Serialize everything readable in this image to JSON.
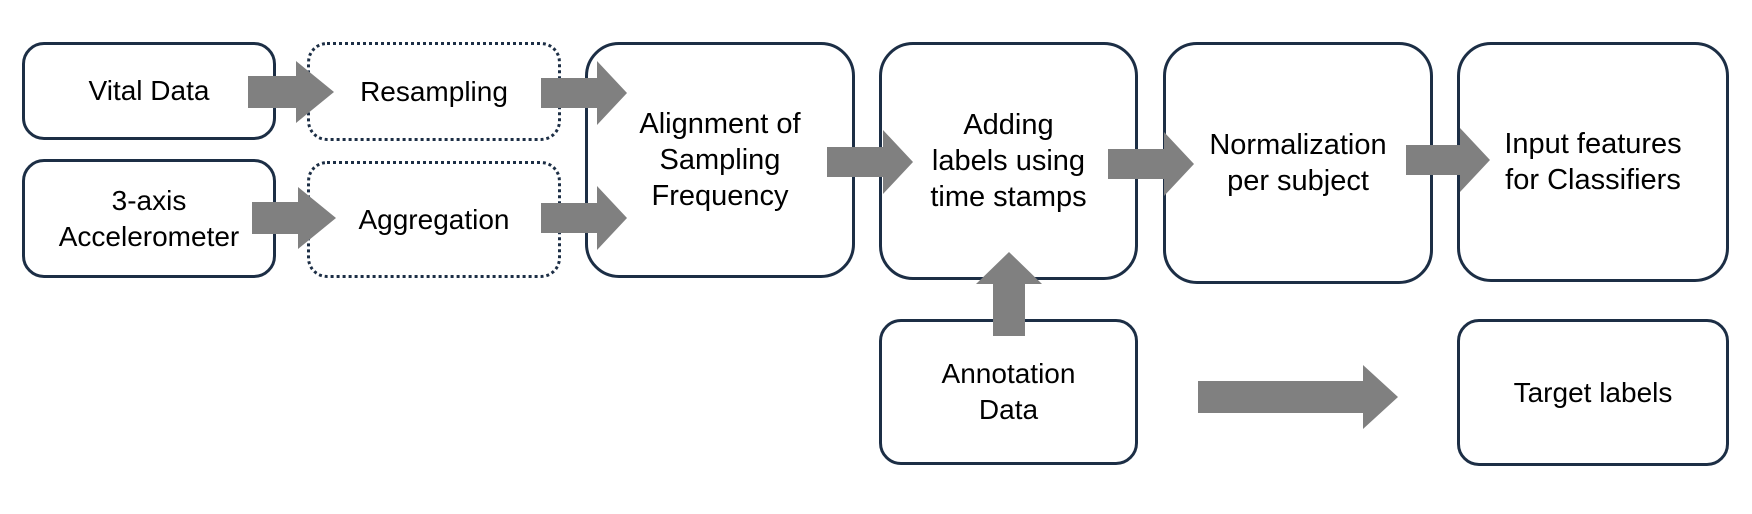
{
  "diagram": {
    "vital_data": "Vital Data",
    "accelerometer": "3-axis\nAccelerometer",
    "resampling": "Resampling",
    "aggregation": "Aggregation",
    "alignment": "Alignment of\nSampling\nFrequency",
    "adding_labels": "Adding\nlabels using\ntime stamps",
    "normalization": "Normalization\nper subject",
    "input_features": "Input features\nfor Classifiers",
    "annotation_data": "Annotation\nData",
    "target_labels": "Target labels"
  },
  "colors": {
    "box_border": "#1c2e45",
    "arrow_fill": "#808080"
  }
}
